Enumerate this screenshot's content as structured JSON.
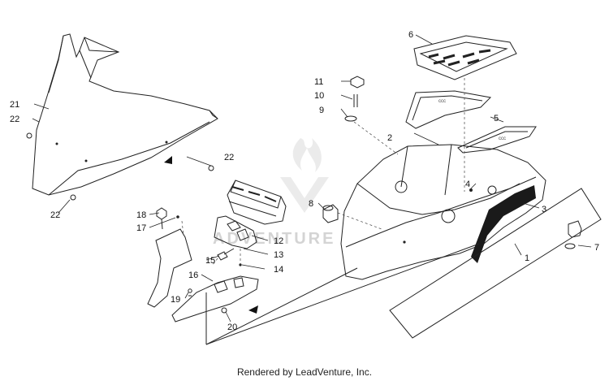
{
  "diagram": {
    "callouts": [
      {
        "id": "c1",
        "text": "1"
      },
      {
        "id": "c2",
        "text": "2"
      },
      {
        "id": "c3",
        "text": "3"
      },
      {
        "id": "c4",
        "text": "4"
      },
      {
        "id": "c5",
        "text": "5"
      },
      {
        "id": "c6",
        "text": "6"
      },
      {
        "id": "c7",
        "text": "7"
      },
      {
        "id": "c8",
        "text": "8"
      },
      {
        "id": "c9",
        "text": "9"
      },
      {
        "id": "c10",
        "text": "10"
      },
      {
        "id": "c11",
        "text": "11"
      },
      {
        "id": "c12",
        "text": "12"
      },
      {
        "id": "c13",
        "text": "13"
      },
      {
        "id": "c14",
        "text": "14"
      },
      {
        "id": "c15",
        "text": "15"
      },
      {
        "id": "c16",
        "text": "16"
      },
      {
        "id": "c17",
        "text": "17"
      },
      {
        "id": "c18",
        "text": "18"
      },
      {
        "id": "c19",
        "text": "19"
      },
      {
        "id": "c20",
        "text": "20"
      },
      {
        "id": "c21",
        "text": "21"
      },
      {
        "id": "c22a",
        "text": "22"
      },
      {
        "id": "c22b",
        "text": "22"
      },
      {
        "id": "c22c",
        "text": "22"
      }
    ],
    "watermark": "ADVENTURE"
  },
  "footer": {
    "credit": "Rendered by LeadVenture, Inc."
  },
  "colors": {
    "line": "#222222",
    "watermark": "#d8d8d8",
    "dark_fill": "#1a1a1a"
  }
}
